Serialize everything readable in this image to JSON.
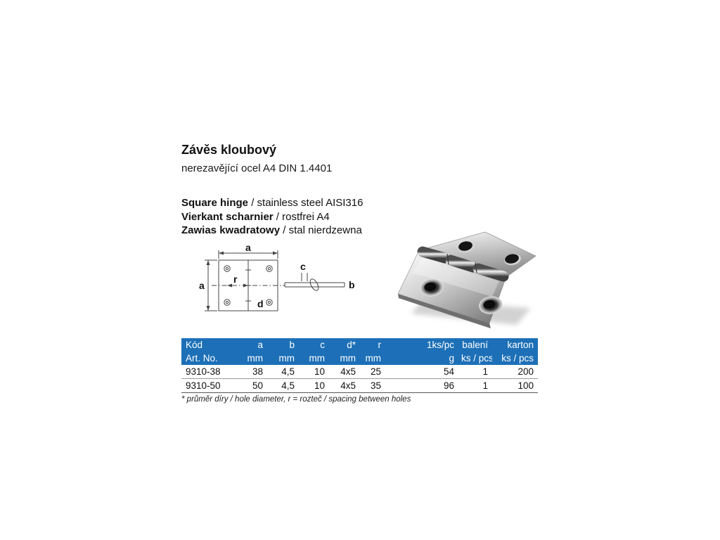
{
  "product": {
    "title": "Závěs kloubový",
    "subtitle": "nerezavějící ocel A4 DIN 1.4401",
    "names": [
      {
        "term": "Square hinge",
        "desc": " / stainless steel AISI316"
      },
      {
        "term": "Vierkant scharnier",
        "desc": " / rostfrei A4"
      },
      {
        "term": "Zawias kwadratowy",
        "desc": " / stal nierdzewna"
      }
    ]
  },
  "drawing": {
    "labels": {
      "a_top": "a",
      "a_left": "a",
      "r": "r",
      "d": "d",
      "c": "c",
      "b": "b"
    }
  },
  "table": {
    "header_bg": "#1d70b7",
    "columns": [
      {
        "h1": "Kód",
        "h2": "Art. No."
      },
      {
        "h1": "a",
        "h2": "mm"
      },
      {
        "h1": "b",
        "h2": "mm"
      },
      {
        "h1": "c",
        "h2": "mm"
      },
      {
        "h1": "d*",
        "h2": "mm"
      },
      {
        "h1": "r",
        "h2": "mm"
      },
      {
        "h1": "1ks/pc",
        "h2": "g"
      },
      {
        "h1": "balení",
        "h2": "ks / pcs"
      },
      {
        "h1": "karton",
        "h2": "ks / pcs"
      }
    ],
    "rows": [
      [
        "9310-38",
        "38",
        "4,5",
        "10",
        "4x5",
        "25",
        "54",
        "1",
        "200"
      ],
      [
        "9310-50",
        "50",
        "4,5",
        "10",
        "4x5",
        "35",
        "96",
        "1",
        "100"
      ]
    ]
  },
  "footnote": "* průměr díry / hole diameter, r = rozteč / spacing between holes"
}
